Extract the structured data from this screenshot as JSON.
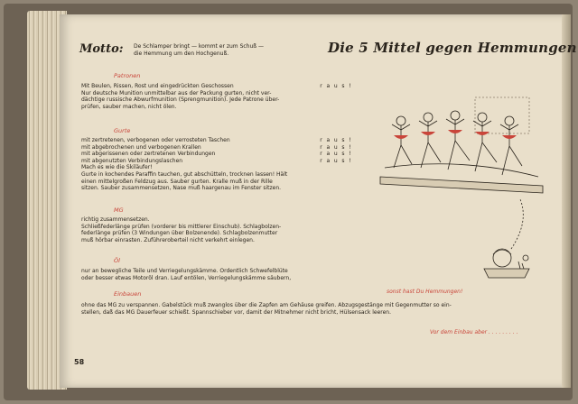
{
  "header": {
    "motto_label": "Motto:",
    "motto_lines": [
      "De Schlamper bringt — kommt er zum Schuß —",
      "die Hemmung um den Hochgenuß."
    ],
    "headline": "Die 5 Mittel gegen Hemmungen"
  },
  "patronen": {
    "heading": "Patronen",
    "raus_line": {
      "text": "Mit Beulen, Rissen, Rost und eingedrückten Geschossen",
      "raus": "r a u s !"
    },
    "lines": [
      "Nur deutsche Munition unmittelbar aus der Packung gurten, nicht ver-",
      "dächtige russische Abwurfmunition (Sprengmunition). Jede Patrone über-",
      "prüfen, sauber machen, nicht ölen."
    ]
  },
  "gurte": {
    "heading": "Gurte",
    "raus_lines": [
      {
        "text": "mit zertretenen, verbogenen oder verrosteten Taschen",
        "raus": "r a u s !"
      },
      {
        "text": "mit abgebrochenen und verbogenen Krallen",
        "raus": "r a u s !"
      },
      {
        "text": "mit abgerissenen oder zertretenen Verbindungen",
        "raus": "r a u s !"
      },
      {
        "text": "mit abgenutzten Verbindungslaschen",
        "raus": "r a u s !"
      }
    ],
    "lines": [
      "Mach es wie die Skiläufer!",
      "Gurte in kochendes Paraffin tauchen, gut abschütteln, trocknen lassen! Hält",
      "einen mittelgroßen Feldzug aus. Sauber gurten. Kralle muß in der Rille",
      "sitzen. Sauber zusammensetzen, Nase muß haargenau im Fenster sitzen."
    ]
  },
  "mg": {
    "heading": "MG",
    "lines": [
      "richtig zusammensetzen.",
      "Schließfederlänge prüfen (vorderer bis mittlerer Einschub). Schlagbolzen-",
      "federlänge prüfen (3 Windungen über Bolzenende). Schlagbolzenmutter",
      "muß hörbar einrasten. Zuführeroberteil nicht verkehrt einlegen."
    ]
  },
  "oel": {
    "heading": "Öl",
    "lines": [
      "nur an bewegliche Teile und Verriegelungskämme. Ordentlich Schwefelblüte",
      "oder besser etwas Motoröl dran. Lauf entölen, Verriegelungskämme säubern,"
    ]
  },
  "einbauen": {
    "heading": "Einbauen",
    "lines": [
      "ohne das MG zu verspannen. Gabelstück muß zwanglos über die Zapfen am Gehäuse greifen. Abzugsgestänge mit Gegenmutter so ein-",
      "stellen, daß das MG Dauerfeuer schießt. Spannschieber vor, damit der Mitnehmer nicht bricht, Hülsensack leeren."
    ]
  },
  "caption": "sonst hast Du Hemmungen!",
  "footer_note": "Vor dem Einbau aber . . . . . . . . .",
  "page_number": "58"
}
